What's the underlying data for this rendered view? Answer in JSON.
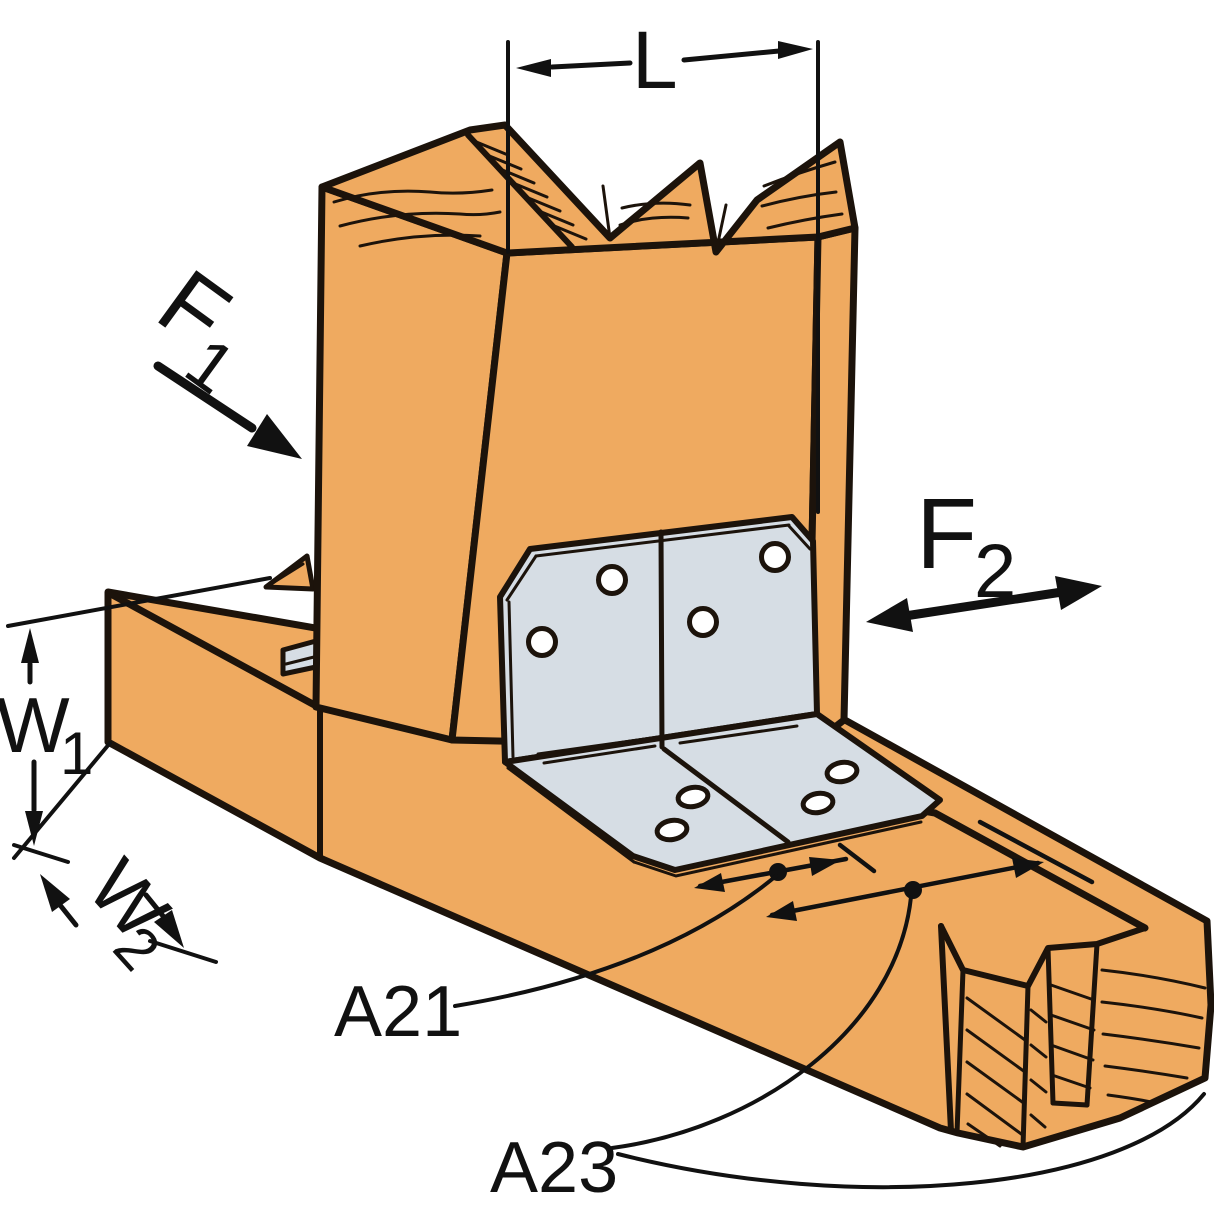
{
  "title": "Angle connector (A21/A23) installation diagram with load directions and dimensions",
  "labels": {
    "dim_l": "L",
    "f1": {
      "base": "F",
      "sub": "1"
    },
    "f2": {
      "base": "F",
      "sub": "2"
    },
    "w1": {
      "base": "W",
      "sub": "1"
    },
    "w2": {
      "base": "W",
      "sub": "2"
    },
    "a21": "A21",
    "a23": "A23"
  },
  "colors": {
    "wood": "#EFAA60",
    "metal": "#D6DDE4",
    "outline": "#1C130B",
    "annotation": "#111111",
    "background": "#FFFFFF"
  }
}
